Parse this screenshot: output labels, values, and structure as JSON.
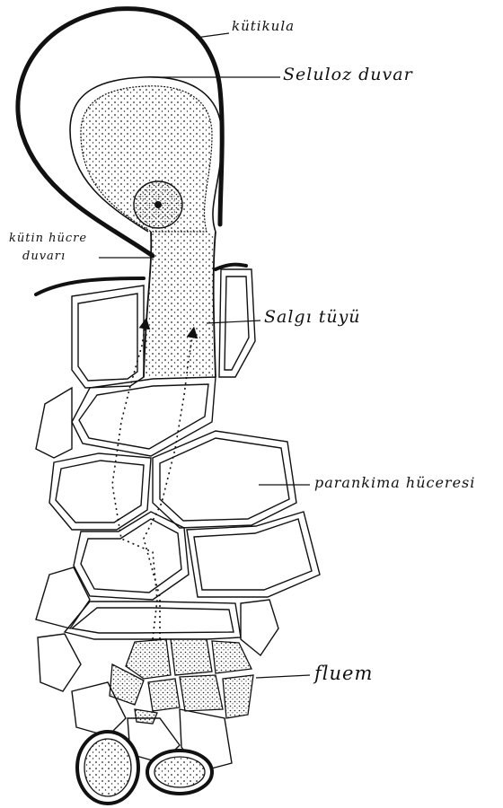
{
  "labels": {
    "kutikula": "kütikula",
    "seluloz_duvar": "Seluloz duvar",
    "kutin_hucre_line1": "kütin hücre",
    "kutin_hucre_line2": "duvarı",
    "salgi_tuyu": "Salgı tüyü",
    "parankima": "parankima hüceresi",
    "fluem": "fluem"
  },
  "colors": {
    "ink": "#111111",
    "paper": "#ffffff"
  }
}
